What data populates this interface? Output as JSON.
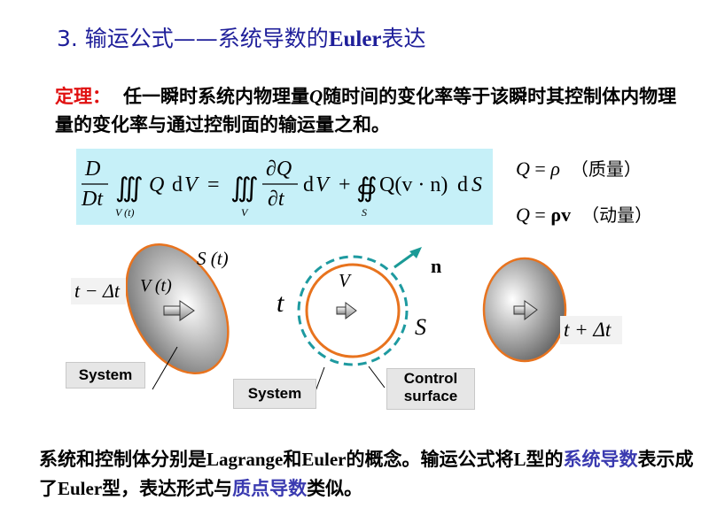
{
  "title": {
    "prefix": "3. 输运公式——系统导数的",
    "en": "Euler",
    "suffix": "表达"
  },
  "theorem": {
    "label": "定理：",
    "text1": "任一瞬时系统内物理量",
    "q": "Q",
    "text2": "随时间的变化率等于该瞬时其控制体内物理量的变化率与通过控制面的输运量之和。"
  },
  "formula": {
    "D": "D",
    "Dt": "Dt",
    "Q": "Q",
    "dV": "d",
    "V": "V",
    "eq": "=",
    "partialQ": "∂Q",
    "partialt": "∂t",
    "plus": "+",
    "Qvn": "Q(v · n)",
    "dS": "d",
    "S": "S",
    "sub_Vt": "V (t)",
    "sub_V": "V",
    "sub_S": "S"
  },
  "side_equations": [
    {
      "lhs": "Q",
      "eq": "=",
      "rhs": "ρ",
      "paren": "（质量）"
    },
    {
      "lhs": "Q",
      "eq": "=",
      "rhs": "ρv",
      "paren": "（动量）"
    }
  ],
  "diagram": {
    "left": {
      "time": "t − Δt",
      "region": "V (t)",
      "surface": "S (t)",
      "tag": "System"
    },
    "middle": {
      "time": "t",
      "volume": "V",
      "surface": "S",
      "normal": "n",
      "tag1": "System",
      "tag2a": "Control",
      "tag2b": "surface"
    },
    "right": {
      "time": "t + Δt"
    },
    "colors": {
      "orange": "#e8731e",
      "dashed": "#1e9aa0",
      "arrow": "#1a9a96",
      "gray": "#808080"
    }
  },
  "bottom": {
    "p1": "系统和控制体分别是",
    "en1": "Lagrange",
    "p2": "和",
    "en2": "Euler",
    "p3": "的概念。输运公式将",
    "en3": "L",
    "p4": "型的",
    "hl1": "系统导数",
    "p5": "表示成了",
    "en4": "Euler",
    "p6": "型，表达形式与",
    "hl2": "质点导数",
    "p7": "类似。"
  }
}
